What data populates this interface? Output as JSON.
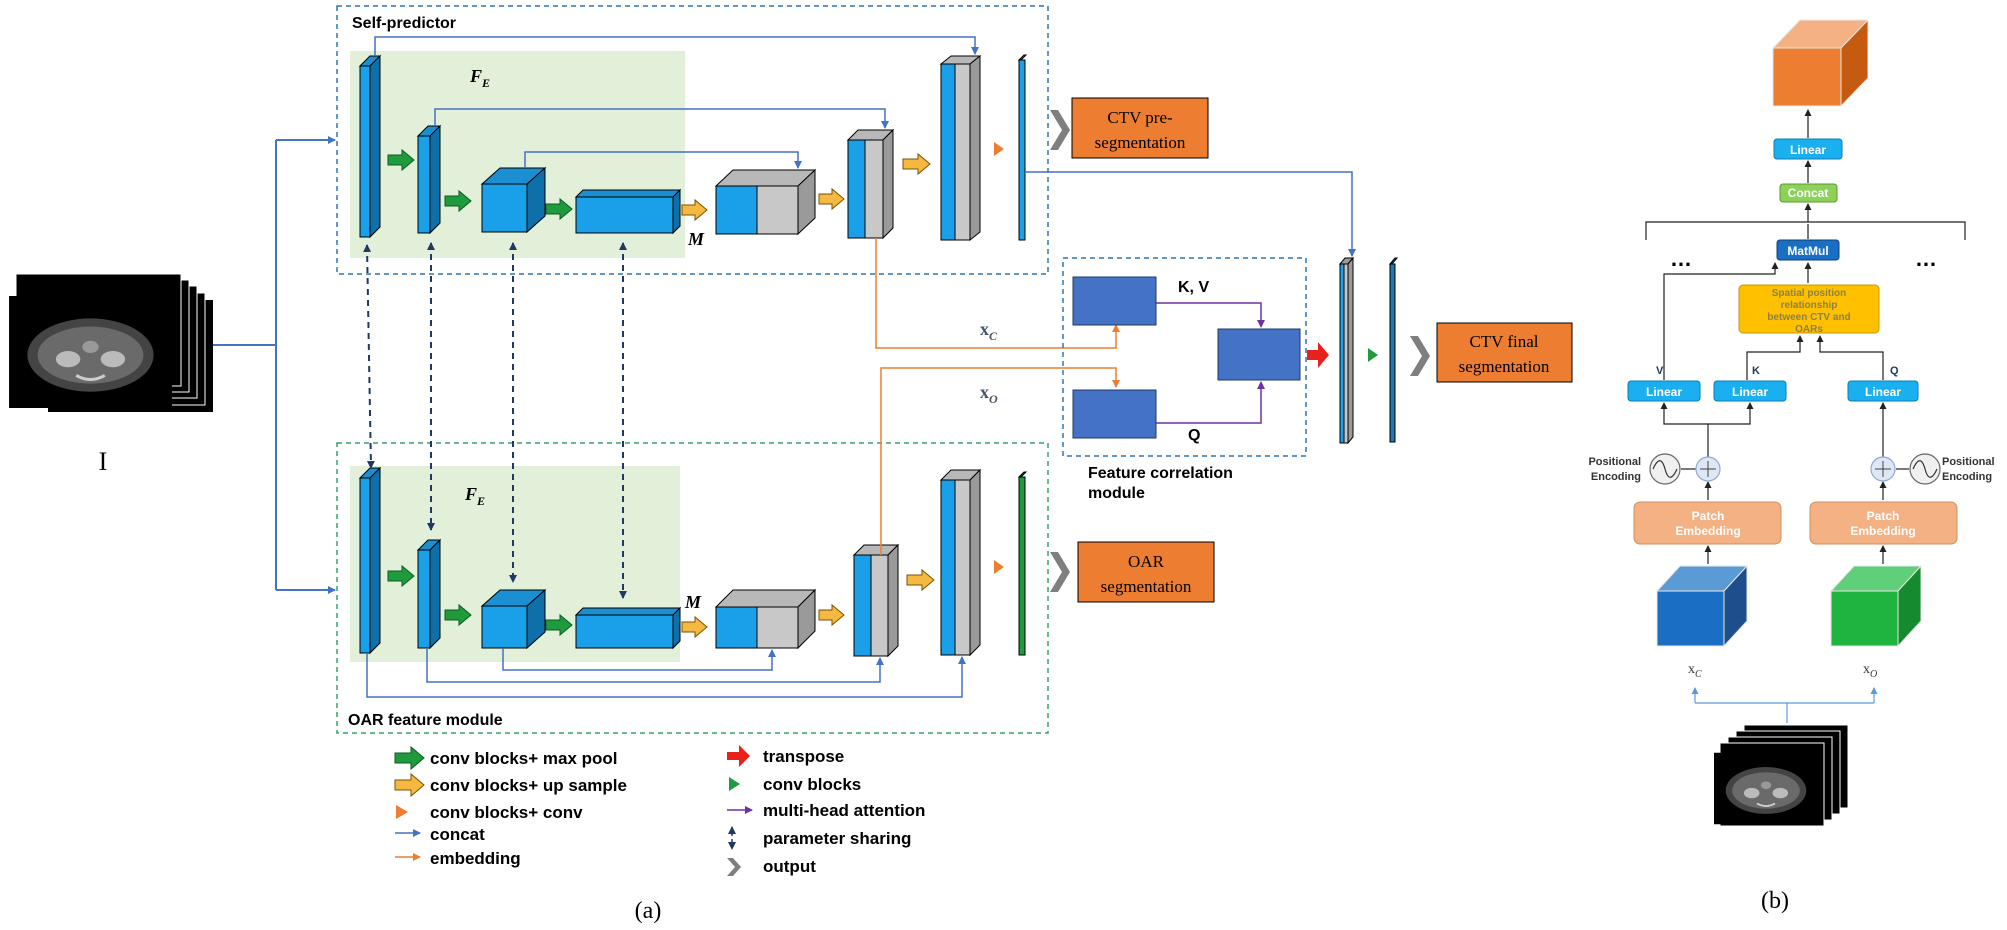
{
  "input": {
    "label": "I"
  },
  "self_predictor": {
    "title": "Self-predictor",
    "fe_label": "F",
    "fe_sub": "E",
    "m_label": "M"
  },
  "oar_module": {
    "title": "OAR feature module",
    "fe_label": "F",
    "fe_sub": "E",
    "m_label": "M"
  },
  "outputs": {
    "ctv_pre": [
      "CTV  pre-",
      "segmentation"
    ],
    "oar_seg": [
      "OAR",
      "segmentation"
    ],
    "ctv_final": [
      "CTV final",
      "segmentation"
    ]
  },
  "embeddings": {
    "xc": "x",
    "xc_sub": "C",
    "xo": "x",
    "xo_sub": "O"
  },
  "feature_correlation": {
    "title_line1": "Feature correlation",
    "title_line2": "module",
    "kv": "K, V",
    "q": "Q"
  },
  "legend": {
    "left": [
      "conv blocks+ max pool",
      "conv blocks+ up sample",
      "conv blocks+ conv",
      "concat",
      "embedding"
    ],
    "right": [
      "transpose",
      "conv blocks",
      "multi-head attention",
      "parameter sharing",
      "output"
    ]
  },
  "panel_labels": {
    "a": "(a)",
    "b": "(b)"
  },
  "panel_b": {
    "linear_top": "Linear",
    "concat": "Concat",
    "matmul": "MatMul",
    "ellipsis_left": "…",
    "ellipsis_right": "…",
    "spatial_lines": [
      "Spatial position",
      "relationship",
      "between CTV and",
      "OARs"
    ],
    "v": "V",
    "k": "K",
    "q": "Q",
    "linear_v": "Linear",
    "linear_k": "Linear",
    "linear_q": "Linear",
    "pos_enc_left": [
      "Positional",
      "Encoding"
    ],
    "pos_enc_right": [
      "Positional",
      "Encoding"
    ],
    "patch_left": [
      "Patch",
      "Embedding"
    ],
    "patch_right": [
      "Patch",
      "Embedding"
    ],
    "xc": "x",
    "xc_sub": "C",
    "xo": "x",
    "xo_sub": "O"
  },
  "colors": {
    "blue": "#1aa0e8",
    "gray": "#c8c8c8",
    "green_bg": "#e2efd9",
    "orange": "#ed7d31",
    "dark_blue": "#4472c4",
    "purple": "#7030a0",
    "green": "#1f9a3c",
    "yellow": "#f5b942",
    "navy": "#1f3864",
    "light_orange": "#f4b183",
    "linear_blue": "#1ab0f0",
    "concat_green": "#8dd15a"
  }
}
